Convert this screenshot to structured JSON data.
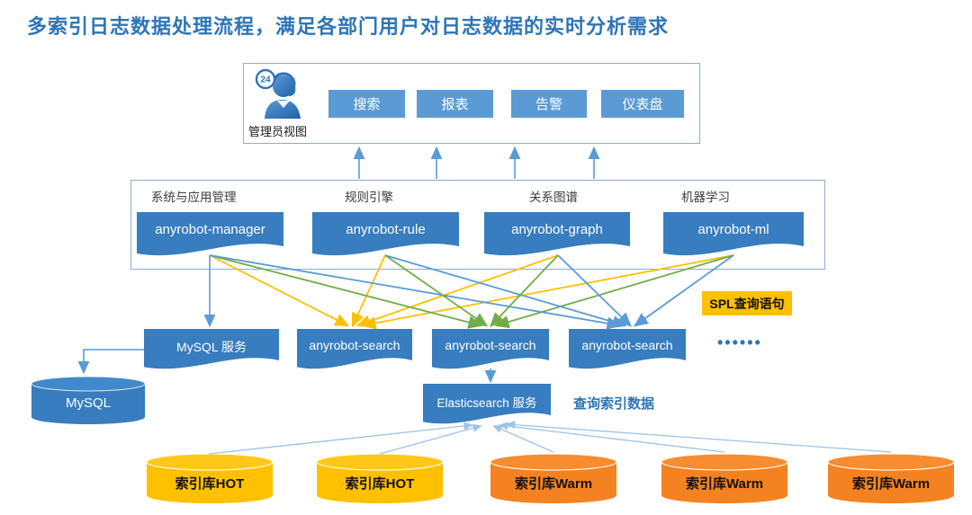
{
  "title": "多索引日志数据处理流程，满足各部门用户对日志数据的实时分析需求",
  "admin_panel": {
    "label": "管理员视图",
    "icon": "admin-24h-person-icon",
    "icon_badge": "24",
    "buttons": [
      "搜索",
      "报表",
      "告警",
      "仪表盘"
    ]
  },
  "module_panel": {
    "groups": [
      {
        "label": "系统与应用管理",
        "node": "anyrobot-manager"
      },
      {
        "label": "规则引擎",
        "node": "anyrobot-rule"
      },
      {
        "label": "关系图谱",
        "node": "anyrobot-graph"
      },
      {
        "label": "机器学习",
        "node": "anyrobot-ml"
      }
    ]
  },
  "spl_tag": "SPL查询语句",
  "service_row": {
    "mysql_service": "MySQL 服务",
    "search_nodes": [
      "anyrobot-search",
      "anyrobot-search",
      "anyrobot-search"
    ],
    "ellipsis": "••••••"
  },
  "mysql_db": "MySQL",
  "elasticsearch": {
    "label": "Elasticsearch 服务",
    "note": "查询索引数据"
  },
  "index_stores": [
    {
      "label": "索引库HOT",
      "tier": "hot"
    },
    {
      "label": "索引库HOT",
      "tier": "hot"
    },
    {
      "label": "索引库Warm",
      "tier": "warm"
    },
    {
      "label": "索引库Warm",
      "tier": "warm"
    },
    {
      "label": "索引库Warm",
      "tier": "warm"
    }
  ],
  "arrows": {
    "sources": [
      "anyrobot-manager",
      "anyrobot-rule",
      "anyrobot-graph",
      "anyrobot-ml"
    ],
    "to_search_node_colors": [
      "#FFC000",
      "#70AD47",
      "#5B9BD5"
    ],
    "manager_to_mysql_color": "#5B9BD5"
  },
  "colors": {
    "title_blue": "#2E75B6",
    "button_blue": "#5B9BD5",
    "node_blue": "#377DBF",
    "panel_border": "#8FAADC",
    "arrow_yellow": "#FFC000",
    "arrow_green": "#70AD47",
    "arrow_blue": "#5B9BD5",
    "fan_light_blue": "#9DC3E6",
    "hot_yellow": "#FFC000",
    "warm_orange": "#F58220",
    "note_blue": "#2E75B6"
  }
}
